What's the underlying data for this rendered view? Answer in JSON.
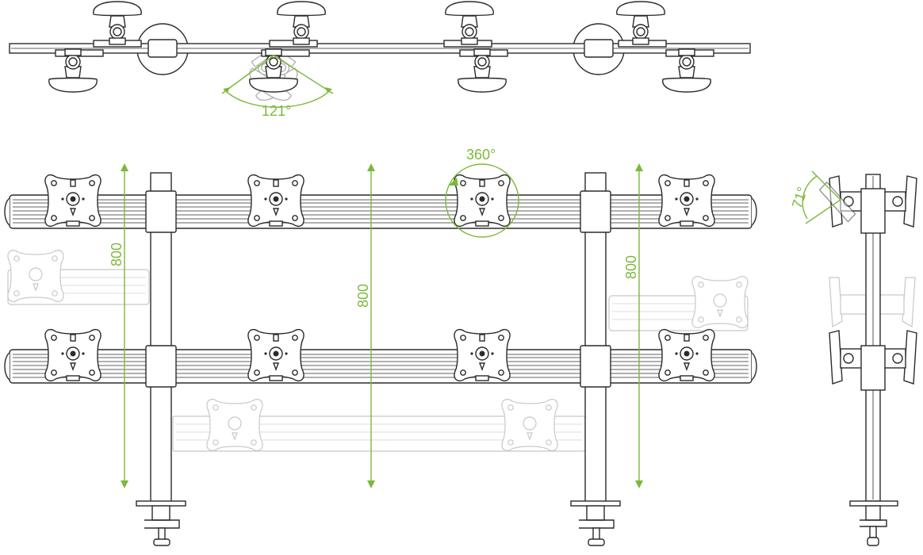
{
  "annotations": {
    "swivel_angle": "121°",
    "rotation_angle": "360°",
    "tilt_angle": "71°",
    "height_left": "800",
    "height_middle": "800",
    "height_right": "800"
  },
  "colors": {
    "line": "#2b2b2b",
    "ghost": "#c8c8c8",
    "accent": "#7cb83a"
  }
}
